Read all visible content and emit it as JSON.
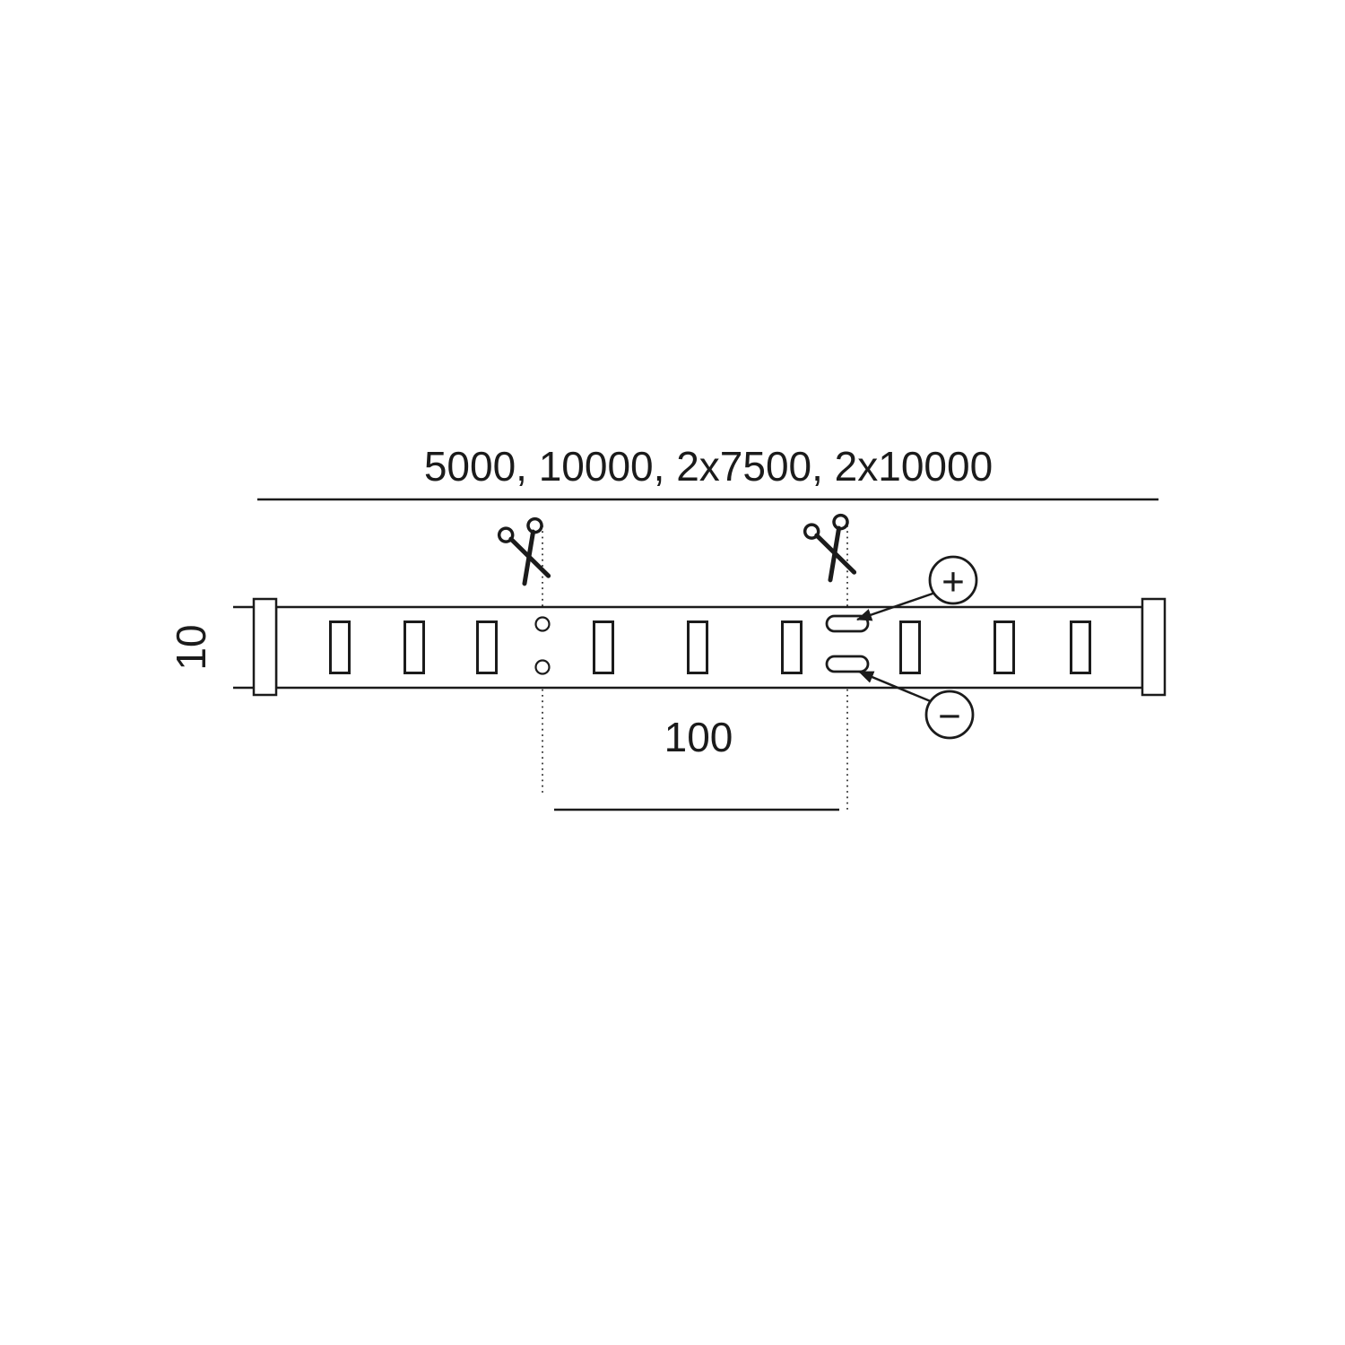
{
  "diagram": {
    "title": "5000, 10000, 2x7500, 2x10000",
    "width_label": "10",
    "cut_spacing_label": "100",
    "plus_terminal": "+",
    "minus_terminal": "−"
  }
}
